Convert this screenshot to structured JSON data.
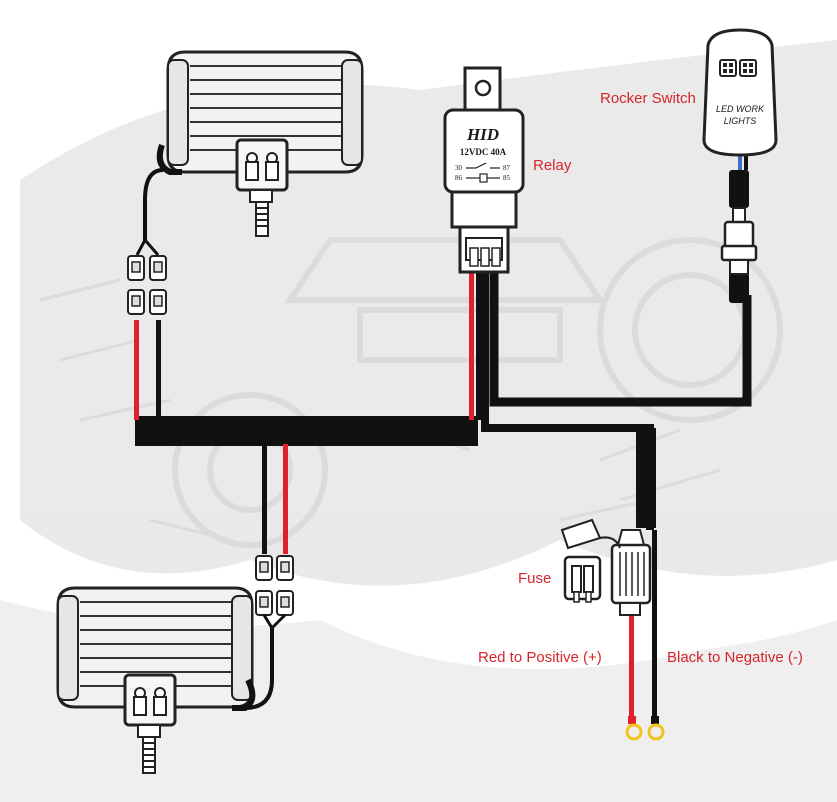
{
  "labels": {
    "rocker_switch": "Rocker Switch",
    "relay": "Relay",
    "fuse": "Fuse",
    "red_positive": "Red to Positive (+)",
    "black_negative": "Black to Negative (-)"
  },
  "relay": {
    "brand": "HID",
    "rating": "12VDC 40A",
    "pin_30": "30",
    "pin_87": "87",
    "pin_86": "86",
    "pin_85": "85"
  },
  "switch": {
    "line1": "LED WORK",
    "line2": "LIGHTS"
  },
  "colors": {
    "wire_red": "#e0202a",
    "wire_black": "#111111",
    "label_red": "#d6252b",
    "terminal_yellow": "#f2c31b",
    "background_texture": "#e3e3e3"
  }
}
